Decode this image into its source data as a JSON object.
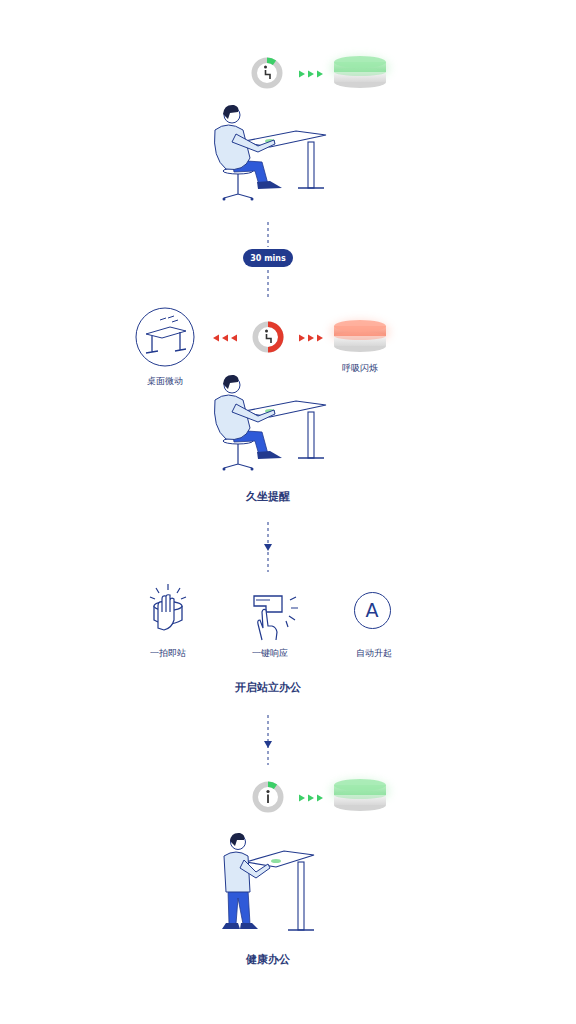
{
  "diagram": {
    "nodes": [
      {
        "text": [
          "30 mins"
        ]
      },
      {
        "text": [
          "A"
        ]
      }
    ],
    "labels": [
      "桌面微动",
      "呼吸闪烁",
      "久坐提醒",
      "一拍即站",
      "一键响应",
      "自动升起",
      "开启站立办公",
      "健康办公"
    ]
  }
}
